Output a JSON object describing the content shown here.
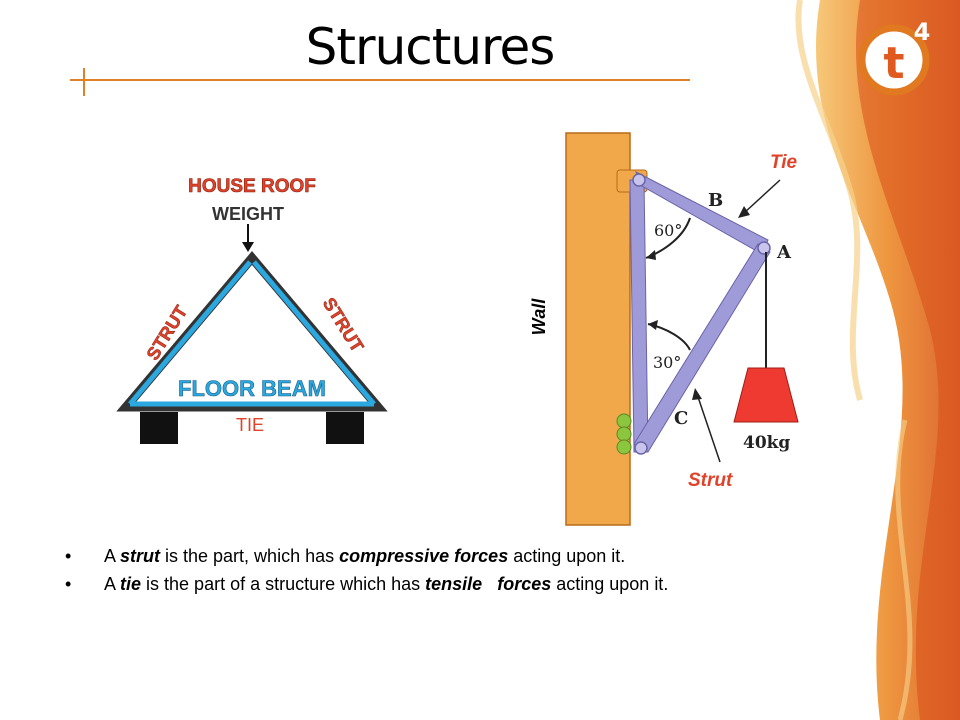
{
  "slide": {
    "title": "Structures",
    "logo": {
      "text": "t",
      "superscript": "4",
      "ring_color": "#e0791f",
      "icon": "t4-logo-icon"
    }
  },
  "colors": {
    "accent_orange": "#e0802a",
    "roof_blue": "#2aa8df",
    "label_red": "#e0432a",
    "wall_orange": "#f0a84a",
    "member_purple": "#9f9ad8",
    "weight_red": "#ee3a31",
    "pin_green": "#8cc63f"
  },
  "roof_diagram": {
    "top_label": "HOUSE ROOF",
    "weight_label": "WEIGHT",
    "left_strut": "STRUT",
    "right_strut": "STRUT",
    "beam_label": "FLOOR BEAM",
    "tie_label": "TIE"
  },
  "wall_diagram": {
    "wall_label": "Wall",
    "tie_label": "Tie",
    "strut_label": "Strut",
    "point_b": "B",
    "point_a": "A",
    "point_c": "C",
    "angle_top": "60°",
    "angle_bottom": "30°",
    "mass": "40kg"
  },
  "bullets": [
    {
      "p1": "A ",
      "b1": "strut",
      "p2": " is the part, which has ",
      "b2": "compressive forces",
      "p3": " acting upon it."
    },
    {
      "p1": "A ",
      "b1": "tie",
      "p2": " is the part of a structure which has ",
      "b2": "tensile   forces",
      "p3": " acting upon it."
    }
  ]
}
